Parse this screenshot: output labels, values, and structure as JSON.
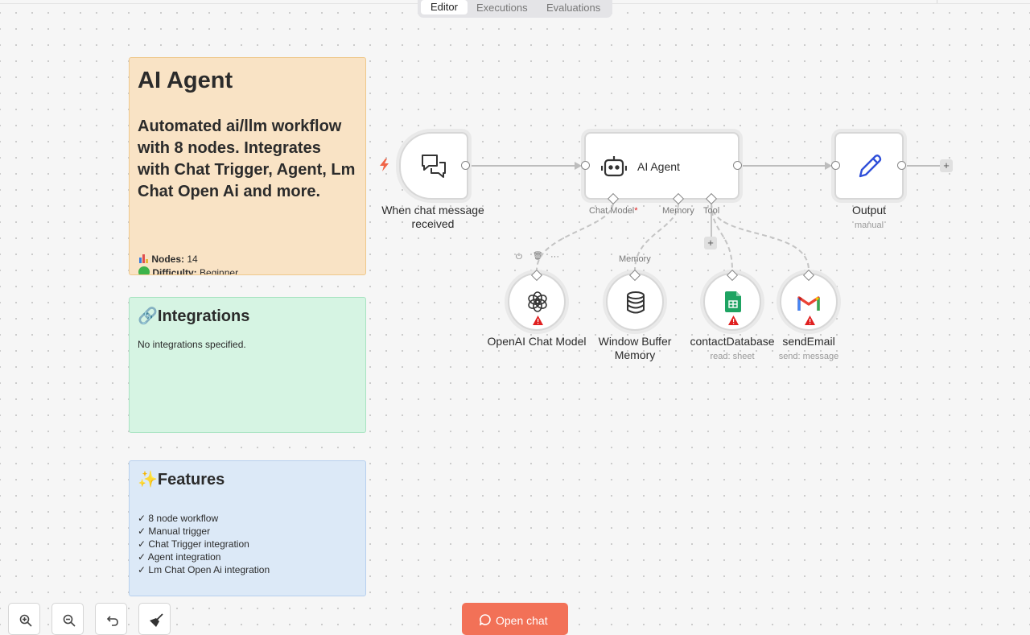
{
  "tabs": [
    {
      "label": "Editor"
    },
    {
      "label": "Executions"
    },
    {
      "label": "Evaluations"
    }
  ],
  "notes": {
    "agent": {
      "title": "AI Agent",
      "description": "Automated ai/llm workflow with 8 nodes. Integrates with Chat Trigger, Agent, Lm Chat Open Ai and more.",
      "nodes_label": "Nodes:",
      "nodes_value": "14",
      "difficulty_label": "Difficulty:",
      "difficulty_value": "Beginner"
    },
    "integrations": {
      "title": "Integrations",
      "text": "No integrations specified."
    },
    "features": {
      "title": "Features",
      "items": [
        "8 node workflow",
        "Manual trigger",
        "Chat Trigger integration",
        "Agent integration",
        "Lm Chat Open Ai integration"
      ]
    }
  },
  "nodes": {
    "trigger": {
      "label_line1": "When chat message",
      "label_line2": "received"
    },
    "agent": {
      "label": "AI Agent",
      "port_chat_model": "Chat Model",
      "port_required": "*",
      "port_memory": "Memory",
      "port_tool": "Tool"
    },
    "output": {
      "label": "Output",
      "sublabel": "manual"
    },
    "openai": {
      "label": "OpenAI Chat Model"
    },
    "memory": {
      "label_line1": "Window Buffer",
      "label_line2": "Memory",
      "port": "Memory"
    },
    "contact": {
      "label": "contactDatabase",
      "sublabel": "read: sheet"
    },
    "email": {
      "label": "sendEmail",
      "sublabel": "send: message"
    }
  },
  "plus_symbol": "+",
  "node_toolbar": {
    "power": "⏻",
    "delete": "🗑",
    "more": "···"
  },
  "open_chat": {
    "label": "Open chat"
  },
  "colors": {
    "accent": "#f27157",
    "agent_note": "#f9e3c5",
    "integrations_note": "#d6f4e3",
    "features_note": "#dce9f7",
    "trigger_bolt": "#f06548",
    "warning": "#e02020"
  }
}
